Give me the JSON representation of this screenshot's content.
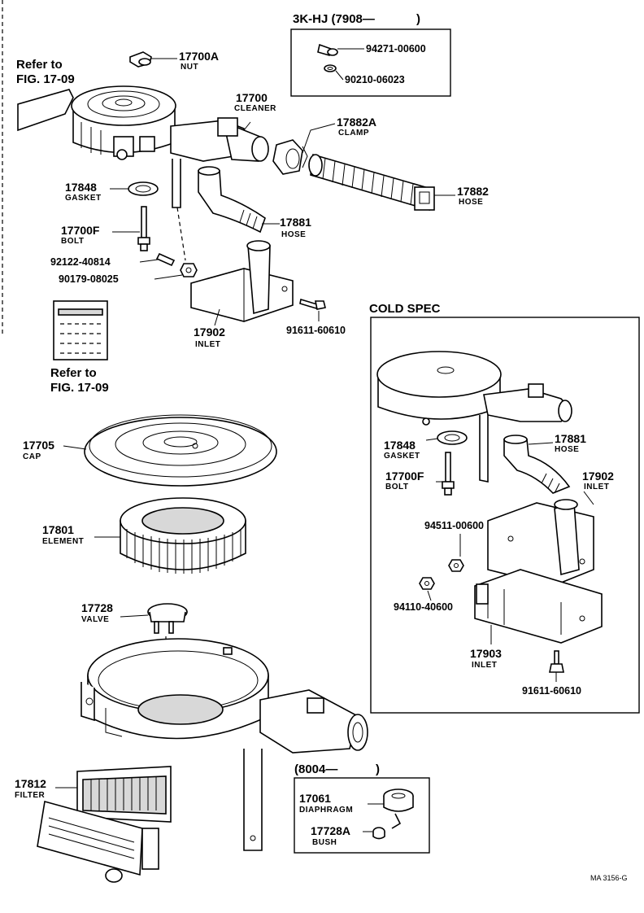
{
  "variant_box": {
    "title": "3K-HJ (7908—",
    "title_close": ")",
    "items": [
      "94271-00600",
      "90210-06023"
    ]
  },
  "refer_top": {
    "line1": "Refer to",
    "line2": "FIG. 17-09"
  },
  "refer_mid": {
    "line1": "Refer to",
    "line2": "FIG. 17-09"
  },
  "labels": {
    "nut_num": "17700A",
    "nut_name": "NUT",
    "cleaner_num": "17700",
    "cleaner_name": "CLEANER",
    "clamp_num": "17882A",
    "clamp_name": "CLAMP",
    "gasket_num": "17848",
    "gasket_name": "GASKET",
    "hose_num": "17882",
    "hose_name": "HOSE",
    "bolt_num": "17700F",
    "bolt_name": "BOLT",
    "hose2_num": "17881",
    "hose2_name": "HOSE",
    "stud_num": "92122-40814",
    "washer_num": "90179-08025",
    "inlet_num": "17902",
    "inlet_name": "INLET",
    "screw_num": "91611-60610",
    "cap_num": "17705",
    "cap_name": "CAP",
    "element_num": "17801",
    "element_name": "ELEMENT",
    "valve_num": "17728",
    "valve_name": "VALVE",
    "filter_num": "17812",
    "filter_name": "FILTER"
  },
  "cold_spec": {
    "title": "COLD SPEC",
    "gasket_num": "17848",
    "gasket_name": "GASKET",
    "hose_num": "17881",
    "hose_name": "HOSE",
    "bolt_num": "17700F",
    "bolt_name": "BOLT",
    "inlet_num": "17902",
    "inlet_name": "INLET",
    "nut_num": "94511-00600",
    "nut2_num": "94110-40600",
    "inlet2_num": "17903",
    "inlet2_name": "INLET",
    "screw_num": "91611-60610"
  },
  "diaphragm_box": {
    "title": "(8004—",
    "title_close": ")",
    "diaphragm_num": "17061",
    "diaphragm_name": "DIAPHRAGM",
    "bush_num": "17728A",
    "bush_name": "BUSH"
  },
  "footer_code": "MA 3156-G"
}
